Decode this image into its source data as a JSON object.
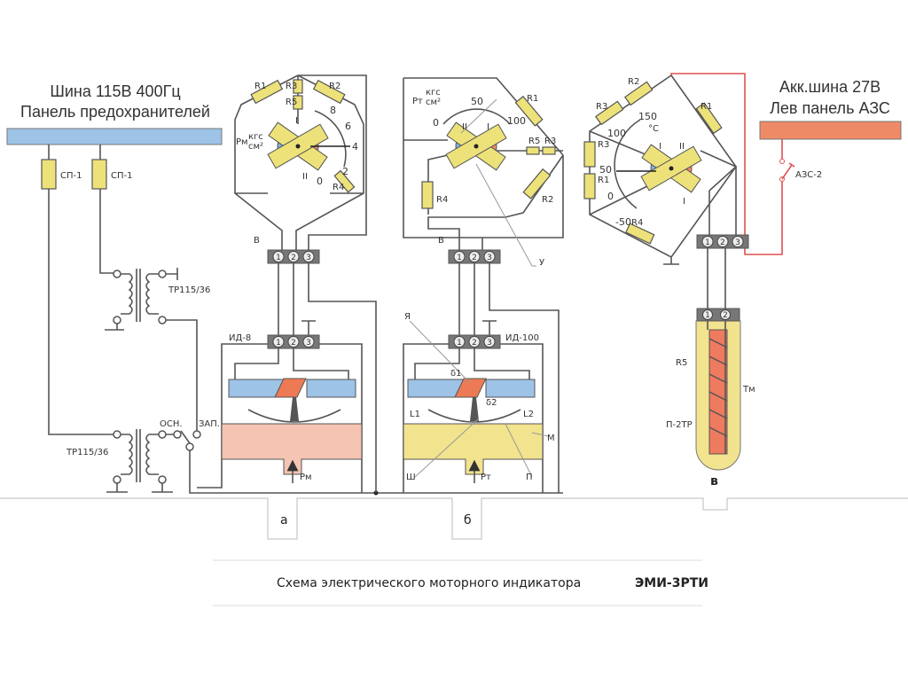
{
  "left_bus": {
    "line1": "Шина 115В 400Гц",
    "line2": "Панель предохранителей",
    "color": "#9dc3e6"
  },
  "fuses": [
    {
      "label": "СП-1"
    },
    {
      "label": "СП-1"
    }
  ],
  "transformers": [
    {
      "label": "ТР115/36"
    },
    {
      "label": "ТР115/36"
    }
  ],
  "switch": {
    "main": "ОСН.",
    "reserve": "ЗАП."
  },
  "right_bus": {
    "line1": "Акк.шина 27В",
    "line2": "Лев панель АЗС",
    "color": "#ee8a65",
    "breaker": "АЗС-2"
  },
  "panel_a": {
    "letter": "а",
    "resistors": [
      "R1",
      "R3",
      "R5",
      "R2",
      "R4"
    ],
    "gauge_label": "Pм",
    "unit_num": "кгс",
    "unit_den": "см²",
    "scale": [
      "0",
      "2",
      "4",
      "6",
      "8"
    ],
    "coils": [
      "I",
      "II"
    ],
    "diode_label": "В",
    "sensor": "ИД-8",
    "pressure": "Pм",
    "fluid_color": "#f5c4b2"
  },
  "panel_b": {
    "letter": "б",
    "resistors": [
      "R1",
      "R5",
      "R3",
      "R2",
      "R4"
    ],
    "gauge_label": "Pт",
    "unit_num": "кгс",
    "unit_den": "см²",
    "scale": [
      "0",
      "50",
      "100"
    ],
    "coils": [
      "II",
      "I"
    ],
    "diode_label": "В",
    "sensor": "ИД-100",
    "pressure": "Pт",
    "parts": {
      "anchor": "Я",
      "gap1": "δ1",
      "gap2": "δ2",
      "coil1": "L1",
      "coil2": "L2",
      "membrane": "М",
      "rod": "Ш",
      "spring": "П",
      "pointer": "У"
    },
    "fluid_color": "#f2e38e"
  },
  "panel_c": {
    "letter": "в",
    "resistors": [
      "R2",
      "R3",
      "R1",
      "R3",
      "R1",
      "R4"
    ],
    "unit": "°C",
    "scale": [
      "150",
      "100",
      "50",
      "0",
      "-50"
    ],
    "coils": [
      "I",
      "II",
      "I"
    ],
    "sensor": "П-2ТР",
    "sensor_res": "R5",
    "temperature": "Tм"
  },
  "pins": [
    "1",
    "2",
    "3"
  ],
  "caption": {
    "text": "Схема электрического моторного индикатора",
    "model": "ЭМИ-3РТИ"
  }
}
